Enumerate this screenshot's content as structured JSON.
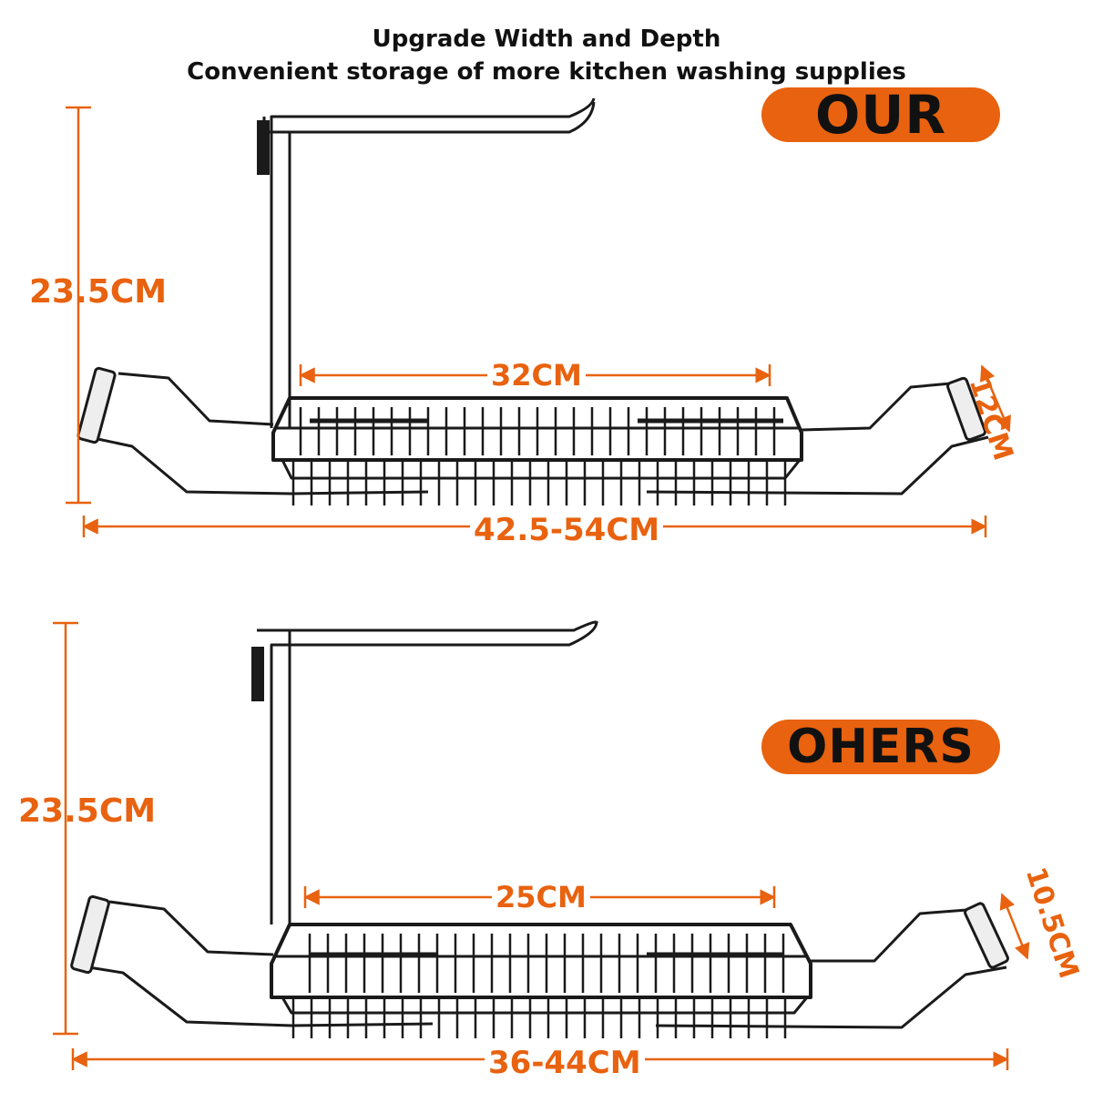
{
  "header": {
    "line1": "Upgrade Width and Depth",
    "line2": "Convenient storage of more kitchen washing supplies"
  },
  "top": {
    "badge": "OUR",
    "height_label": "23.5CM",
    "inner_width_label": "32CM",
    "depth_label": "12CM",
    "total_width_label": "42.5-54CM"
  },
  "bottom": {
    "badge": "OHERS",
    "height_label": "23.5CM",
    "inner_width_label": "25CM",
    "depth_label": "10.5CM",
    "total_width_label": "36-44CM"
  },
  "colors": {
    "accent": "#e8620f",
    "rack": "#1a1a1a",
    "text": "#111111",
    "background": "#ffffff"
  }
}
